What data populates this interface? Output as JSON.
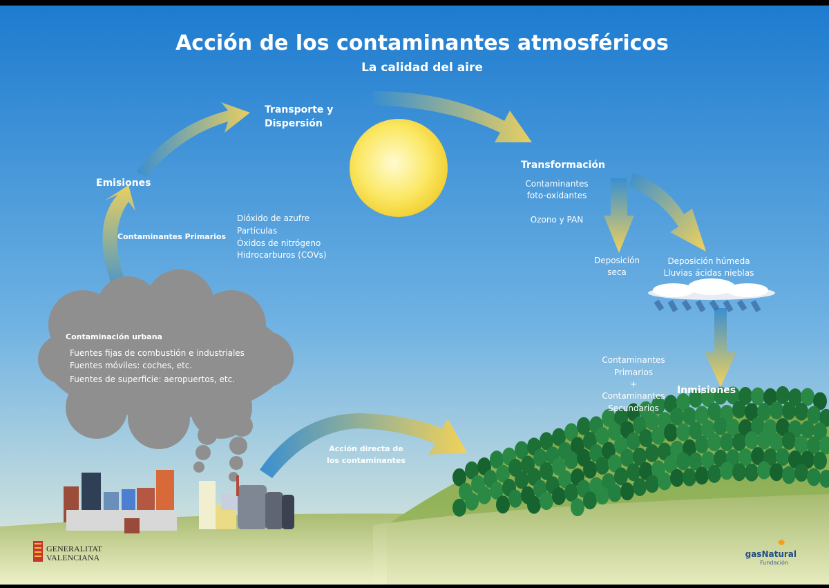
{
  "title": "Acción de los contaminantes atmosféricos",
  "subtitle": "La calidad del aire",
  "nodes": {
    "emisiones": "Emisiones",
    "transporte_1": "Transporte y",
    "transporte_2": "Dispersión",
    "transformacion": "Transformación",
    "inmisiones": "Inmisiones"
  },
  "primarios_label": "Contaminantes Primarios",
  "primarios_list": [
    "Dióxido de azufre",
    "Partículas",
    "Óxidos de nitrógeno",
    "Hidrocarburos (COVs)"
  ],
  "transformacion_items": [
    "Contaminantes",
    "foto-oxidantes",
    "Ozono y PAN"
  ],
  "deposicion_seca": [
    "Deposición",
    "seca"
  ],
  "deposicion_humeda": [
    "Deposición húmeda",
    "Lluvias ácidas nieblas"
  ],
  "inmisiones_detail": [
    "Contaminantes",
    "Primarios",
    "+",
    "Contaminantes",
    "Secundarios"
  ],
  "urbana": {
    "title": "Contaminación urbana",
    "items": [
      "Fuentes fijas de combustión e industriales",
      "Fuentes móviles: coches, etc.",
      "Fuentes de superficie: aeropuertos, etc."
    ]
  },
  "accion_directa": [
    "Acción directa de",
    "los contaminantes"
  ],
  "logos": {
    "generalitat_1": "GENERALITAT",
    "generalitat_2": "VALENCIANA",
    "gasnatural_1": "gasNatural",
    "gasnatural_2": "Fundación"
  },
  "colors": {
    "sky_top": "#1f7fd0",
    "sky_bottom": "#d9e8e0",
    "sun": "#f7e04a",
    "arrow_start": "#3a8fd0",
    "arrow_end": "#f2d25a",
    "smoke": "#8c8c8c",
    "hill": "#7ea34a",
    "trees": "#1f7a3a"
  }
}
